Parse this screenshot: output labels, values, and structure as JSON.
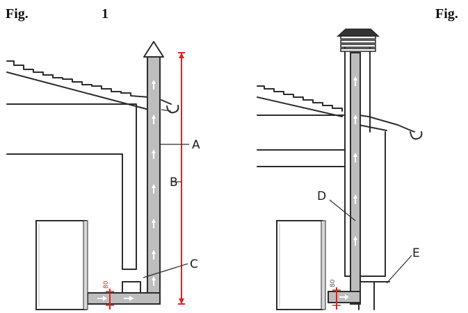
{
  "header": {
    "left_label": "Fig.",
    "left_number": "1",
    "right_label": "Fig."
  },
  "left_figure": {
    "callouts": {
      "a": "A",
      "b": "B",
      "c": "C"
    },
    "dimension_text": "80"
  },
  "right_figure": {
    "callouts": {
      "d": "D",
      "e": "E"
    },
    "dimension_text": "80"
  },
  "colors": {
    "pipe_fill": "#bdbdbd",
    "dimension_line": "#e02020",
    "outline": "#2b2b2b",
    "roof_cap": "#333333"
  }
}
